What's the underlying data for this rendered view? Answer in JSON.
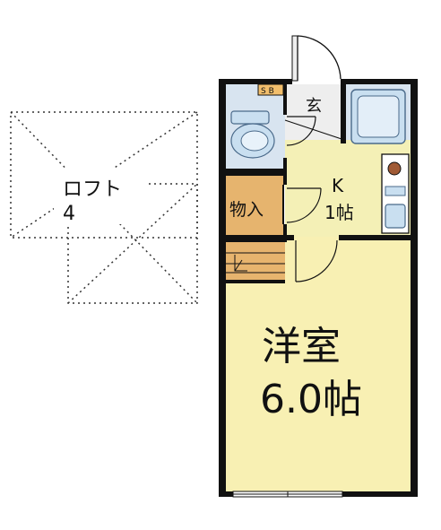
{
  "colors": {
    "wall": "#111111",
    "western_room": "#f8f0b3",
    "kitchen": "#f4f0b6",
    "storage": "#e6b46e",
    "stairs": "#e7b46e",
    "wet_area": "#d8e4f0",
    "fixture": "#c9dff0",
    "shoe_box": "#f2be6c",
    "floor_gray": "#eeeeee",
    "stove_burner": "#a05a35"
  },
  "icons": {
    "toilet": "toilet-icon",
    "bathtub": "bathtub-icon",
    "sink": "sink-icon",
    "stove": "stove-icon"
  },
  "loft": {
    "name": "ロフト",
    "size": "4"
  },
  "entrance": {
    "label": "玄"
  },
  "shoe_box": {
    "label": "S B"
  },
  "storage": {
    "label": "物入"
  },
  "kitchen": {
    "name": "K",
    "size": "1帖"
  },
  "western_room": {
    "name": "洋室",
    "size": "6.0帖"
  }
}
